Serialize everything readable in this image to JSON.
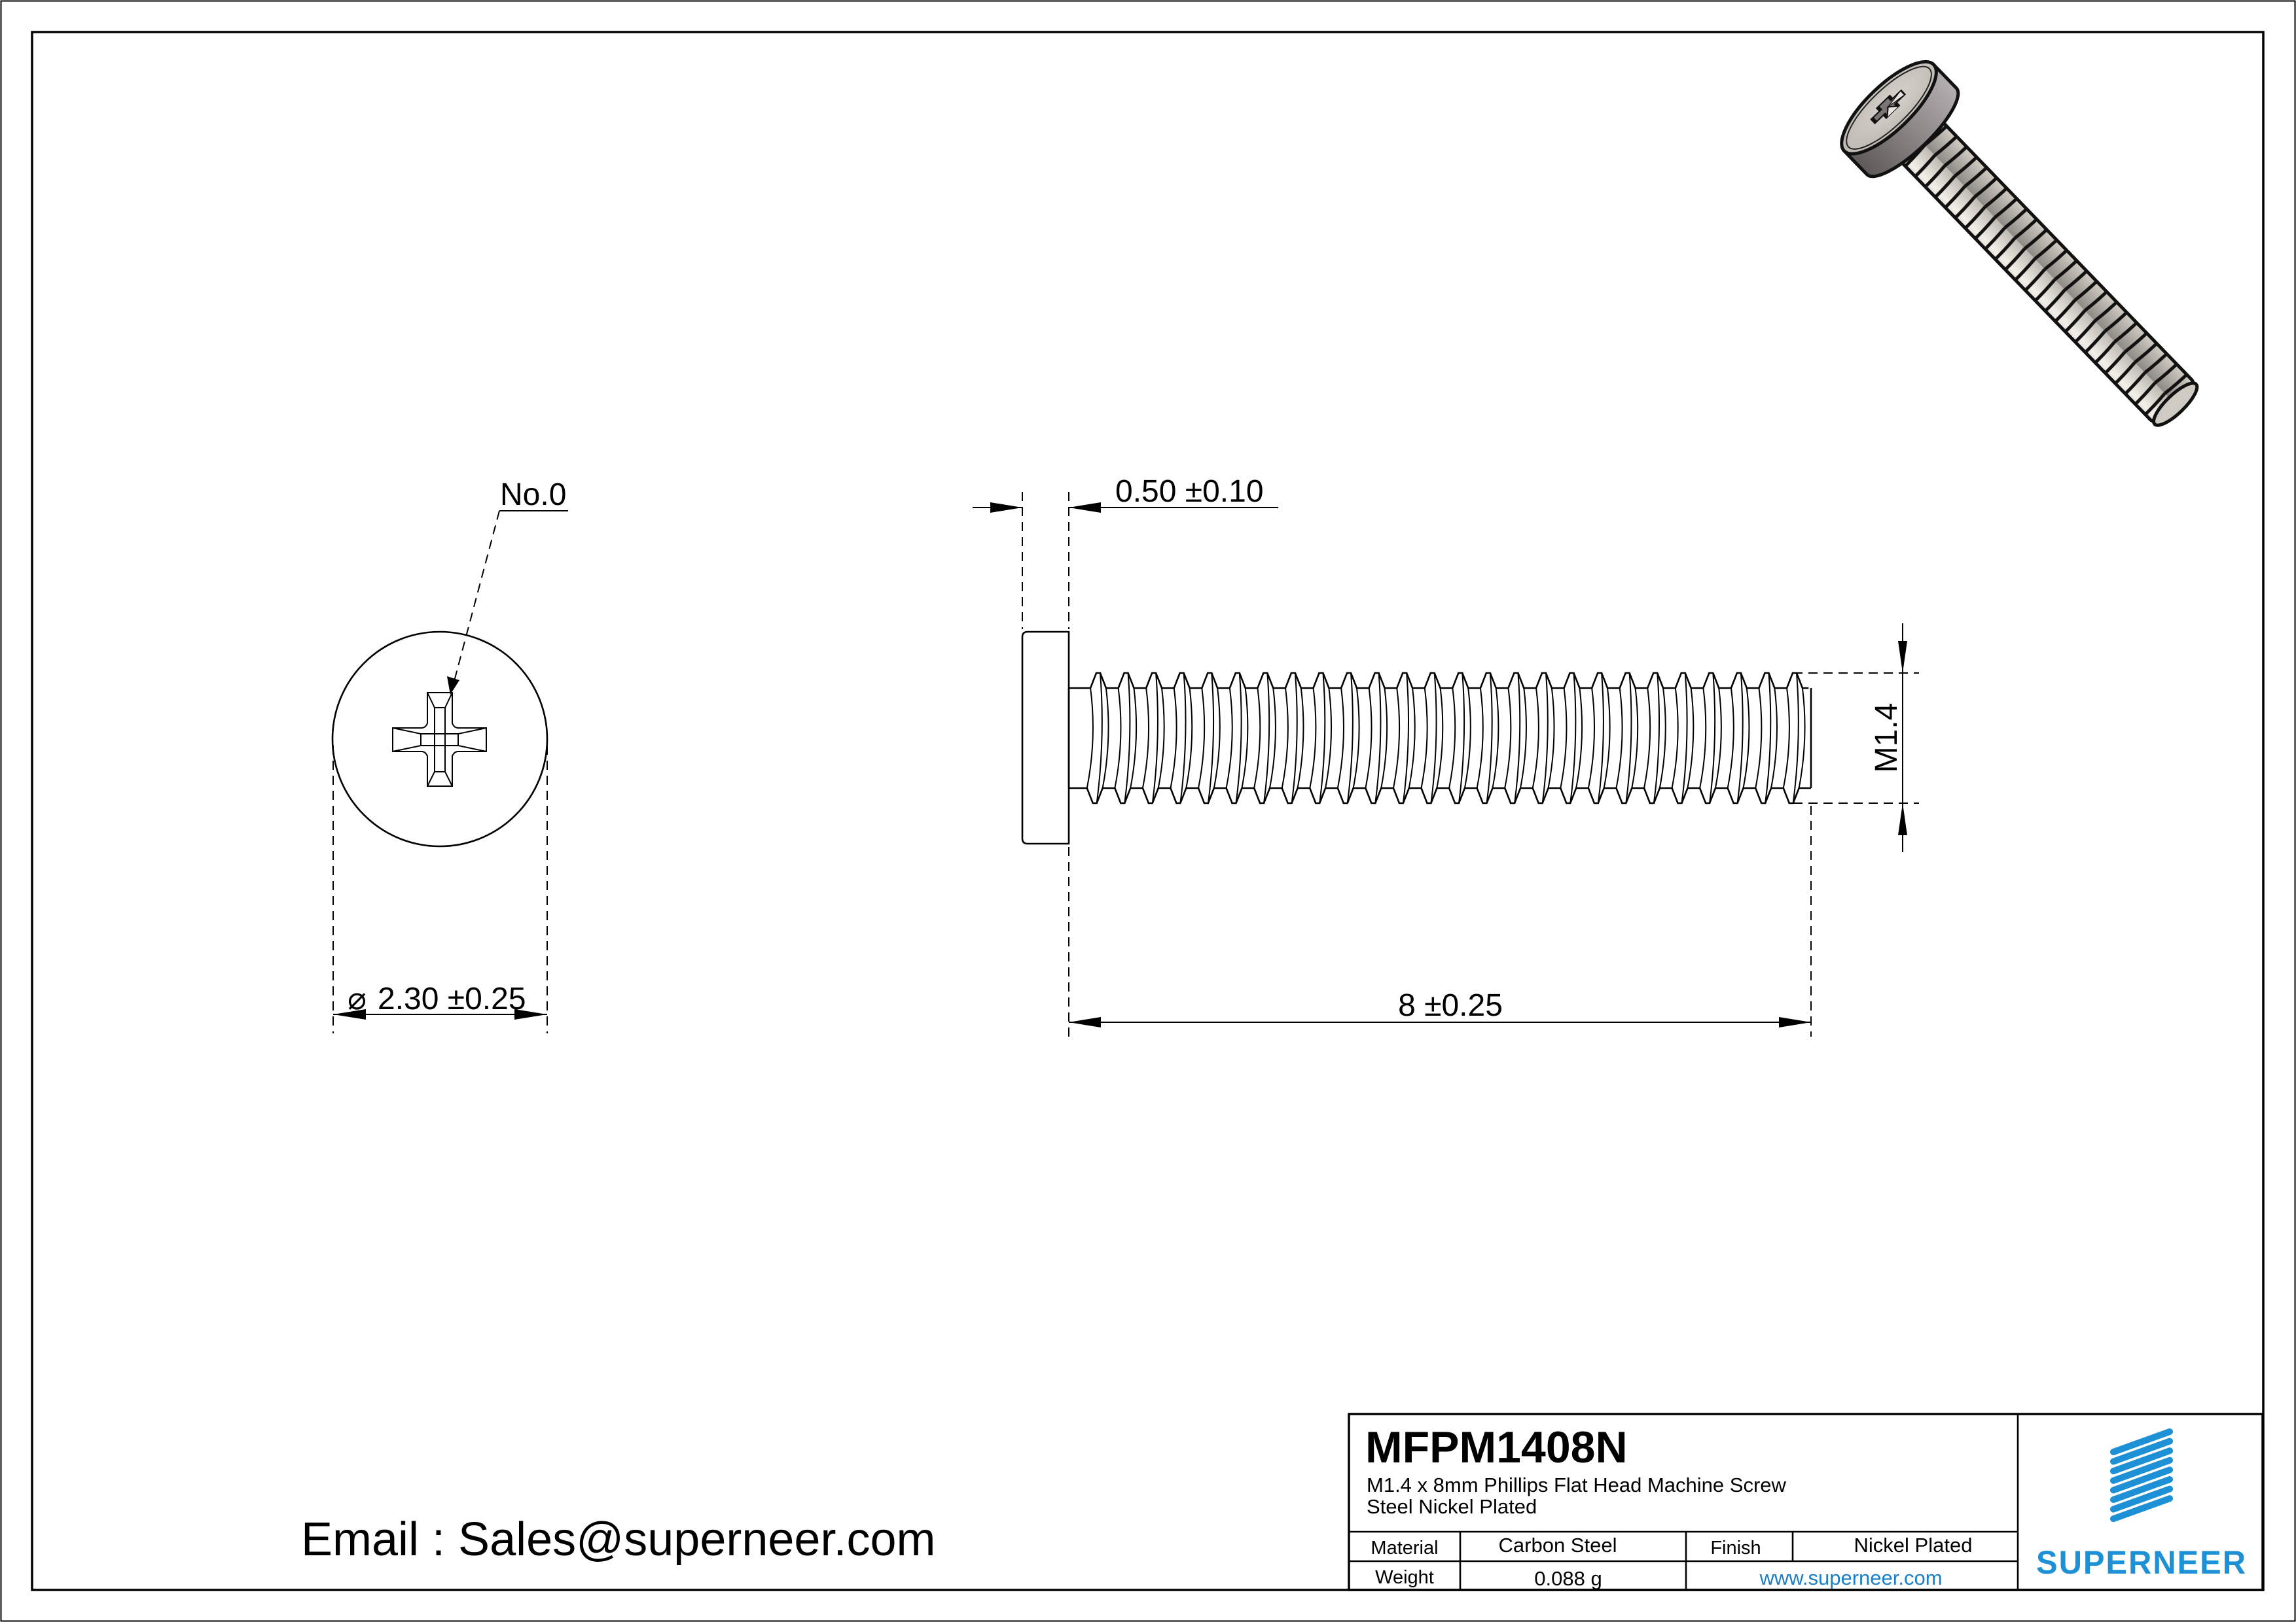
{
  "drawing": {
    "part_number": "MFPM1408N",
    "description_line1": "M1.4 x 8mm Phillips Flat Head Machine Screw",
    "description_line2": "Steel Nickel Plated"
  },
  "front_view": {
    "drive_callout": "No.0",
    "diameter_symbol": "⌀",
    "diameter_value": "2.30 ±0.25"
  },
  "side_view": {
    "head_height": "0.50 ±0.10",
    "thread_size": "M1.4",
    "length": "8 ±0.25",
    "thread_peaks": 26
  },
  "title_block": {
    "material_label": "Material",
    "material_value": "Carbon Steel",
    "finish_label": "Finish",
    "finish_value": "Nickel Plated",
    "weight_label": "Weight",
    "weight_value": "0.088 g",
    "website": "www.superneer.com",
    "brand": "SUPERNEER"
  },
  "contact": {
    "email_text": "Email : Sales@superneer.com"
  },
  "colors": {
    "brand_blue": "#1e90d6",
    "link_blue": "#1a7fc8",
    "line": "#000000",
    "head_face": "#c9c5be",
    "head_side": "#7e7976"
  },
  "icons": {
    "logo": "superneer-striped-logo-icon",
    "isometric_render": "screw-3d-icon"
  }
}
